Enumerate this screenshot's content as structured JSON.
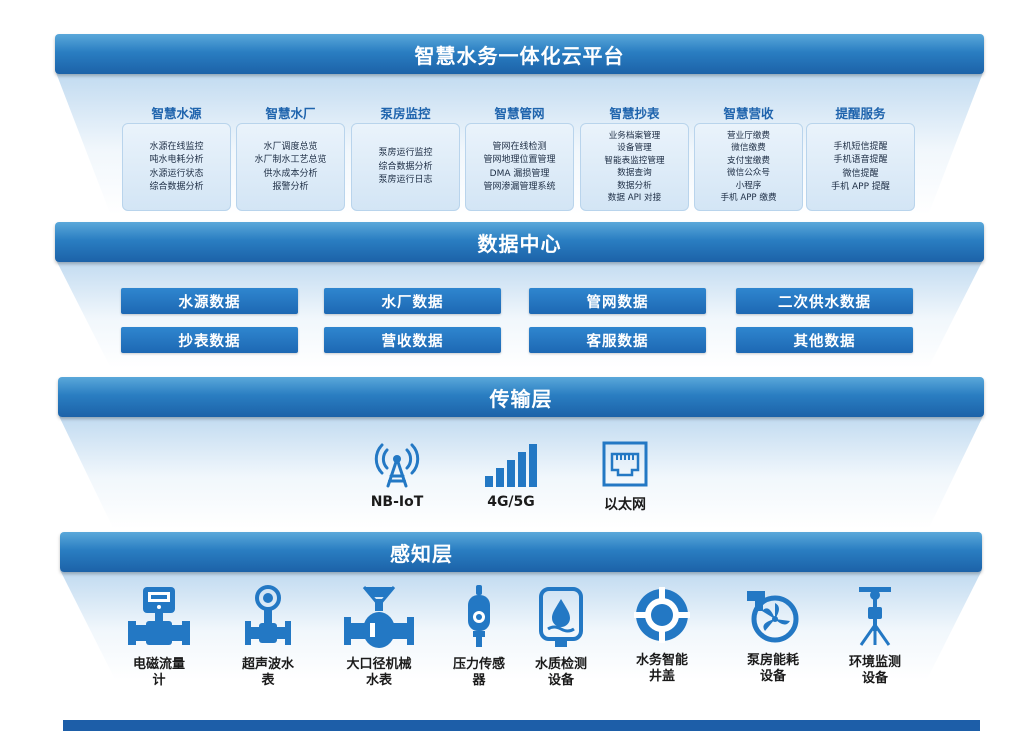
{
  "platform": {
    "title": "智慧水务一体化云平台"
  },
  "services": [
    {
      "title": "智慧水源",
      "items": [
        "水源在线监控",
        "吨水电耗分析",
        "水源运行状态",
        "综合数据分析"
      ]
    },
    {
      "title": "智慧水厂",
      "items": [
        "水厂调度总览",
        "水厂制水工艺总览",
        "供水成本分析",
        "报警分析"
      ]
    },
    {
      "title": "泵房监控",
      "items": [
        "泵房运行监控",
        "综合数据分析",
        "泵房运行日志"
      ]
    },
    {
      "title": "智慧管网",
      "items": [
        "管网在线检测",
        "管网地理位置管理",
        "DMA 漏损管理",
        "管网渗漏管理系统"
      ]
    },
    {
      "title": "智慧抄表",
      "items": [
        "业务档案管理",
        "设备管理",
        "智能表监控管理",
        "数据查询",
        "数据分析",
        "数据 API 对接"
      ]
    },
    {
      "title": "智慧营收",
      "items": [
        "营业厅缴费",
        "微信缴费",
        "支付宝缴费",
        "微信公众号",
        "小程序",
        "手机 APP 缴费"
      ]
    },
    {
      "title": "提醒服务",
      "items": [
        "手机短信提醒",
        "手机语音提醒",
        "微信提醒",
        "手机 APP 提醒"
      ]
    }
  ],
  "data_center": {
    "title": "数据中心",
    "items": [
      "水源数据",
      "水厂数据",
      "管网数据",
      "二次供水数据",
      "抄表数据",
      "营收数据",
      "客服数据",
      "其他数据"
    ]
  },
  "transport": {
    "title": "传输层",
    "items": [
      {
        "label": "NB-IoT",
        "icon": "antenna-tower-icon"
      },
      {
        "label": "4G/5G",
        "icon": "signal-bars-icon"
      },
      {
        "label": "以太网",
        "icon": "ethernet-port-icon"
      }
    ]
  },
  "perception": {
    "title": "感知层",
    "devices": [
      {
        "label": "电磁流量计",
        "icon": "electromagnetic-flowmeter-icon"
      },
      {
        "label": "超声波水表",
        "icon": "ultrasonic-water-meter-icon"
      },
      {
        "label": "大口径机械水表",
        "icon": "large-caliber-meter-icon"
      },
      {
        "label": "压力传感器",
        "icon": "pressure-sensor-icon"
      },
      {
        "label": "水质检测设备",
        "icon": "water-quality-device-icon"
      },
      {
        "label": "水务智能井盖",
        "icon": "smart-manhole-cover-icon"
      },
      {
        "label": "泵房能耗设备",
        "icon": "pump-energy-device-icon"
      },
      {
        "label": "环境监测设备",
        "icon": "environment-monitor-icon"
      }
    ]
  },
  "colors": {
    "primary": "#1f6db6",
    "bar_light": "#5aa8da",
    "bar_dark": "#1c62a8",
    "box_bg": "#dcebf7"
  }
}
